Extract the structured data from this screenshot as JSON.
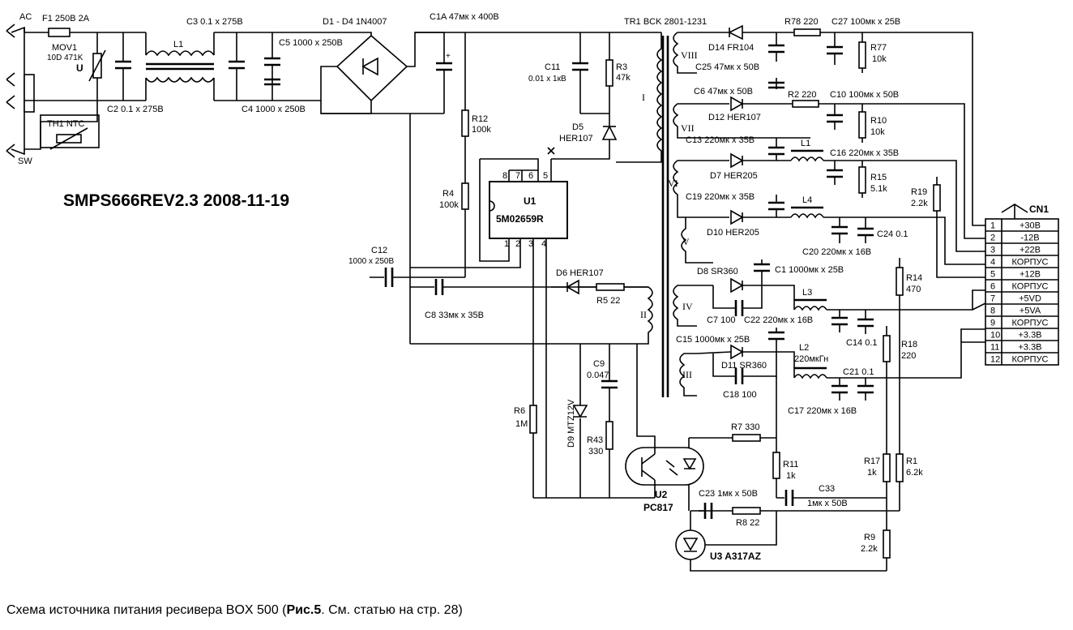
{
  "title": "SMPS666REV2.3 2008-11-19",
  "caption": {
    "prefix": "Схема источника питания ресивера BOX 500 (",
    "bold": "Рис.5",
    "suffix": ". См. статью на стр. 28)"
  },
  "input": {
    "ac": "AC",
    "sw": "SW"
  },
  "labels": {
    "f1": "F1 250В 2A",
    "mov1": "MOV1",
    "mov1_val": "10D 471K",
    "mov1_u": "U",
    "th1": "TH1 NTC",
    "c2": "C2 0.1 x 275В",
    "l1": "L1",
    "c3": "C3 0.1 x 275В",
    "c5": "C5 1000 x 250В",
    "c4": "C4 1000 x 250В",
    "d1d4": "D1 - D4 1N4007",
    "c1a": "C1A 47мк x 400В",
    "tr1": "TR1 BCK 2801-1231",
    "c11": "C11",
    "c11_val": "0.01 x 1кВ",
    "r3": "R3",
    "r3_val": "47k",
    "d5": "D5",
    "d5_val": "HER107",
    "r12": "R12",
    "r12_val": "100k",
    "r4": "R4",
    "r4_val": "100k",
    "u1": "U1",
    "u1_val": "5M02659R",
    "c12": "C12",
    "c12_val": "1000 x 250В",
    "c8": "C8 33мк x 35В",
    "d6": "D6 HER107",
    "r5": "R5 22",
    "c9": "C9",
    "c9_val": "0.047",
    "r6": "R6",
    "r6_val": "1M",
    "d9": "D9 MTZ12V",
    "r43": "R43",
    "r43_val": "330",
    "d14": "D14 FR104",
    "c25": "C25 47мк x 50В",
    "r78": "R78 220",
    "c27": "C27 100мк x 25В",
    "r77": "R77",
    "r77_val": "10k",
    "c6": "C6 47мк x 50В",
    "r2": "R2 220",
    "c10": "C10 100мк x 50В",
    "d12": "D12 HER107",
    "r10": "R10",
    "r10_val": "10k",
    "c13": "C13 220мк x 35В",
    "l1b": "L1",
    "c16": "C16 220мк x 35В",
    "d7": "D7 HER205",
    "r15": "R15",
    "r15_val": "5.1k",
    "r19": "R19",
    "r19_val": "2.2k",
    "c19": "C19 220мк x 35В",
    "l4": "L4",
    "d10": "D10 HER205",
    "c20": "C20 220мк x 16В",
    "c24": "C24 0.1",
    "d8": "D8 SR360",
    "c1": "C1 1000мк x 25В",
    "r14": "R14",
    "r14_val": "470",
    "c7": "C7 100",
    "c22": "C22 220мк x 16В",
    "l3": "L3",
    "c14": "C14 0.1",
    "c15": "C15 1000мк x 25В",
    "l2": "L2",
    "l2_val": "220мкГн",
    "d11": "D11 SR360",
    "r18": "R18",
    "r18_val": "220",
    "c21": "C21 0.1",
    "c18": "C18 100",
    "c17": "C17 220мк x 16В",
    "r7": "R7 330",
    "r11": "R11",
    "r11_val": "1k",
    "r17": "R17",
    "r17_val": "1k",
    "r1": "R1",
    "r1_val": "6.2k",
    "u2": "U2",
    "u2_val": "PC817",
    "c23": "C23 1мк x 50В",
    "c33": "C33",
    "c33_val": "1мк x 50В",
    "r8": "R8 22",
    "r9": "R9",
    "r9_val": "2.2k",
    "u3": "U3 A317AZ",
    "cn1": "CN1"
  },
  "windings": [
    "I",
    "II",
    "III",
    "IV",
    "V",
    "VI",
    "VII",
    "VIII"
  ],
  "u1_pins": [
    "8",
    "7",
    "6",
    "5",
    "1",
    "2",
    "3",
    "4"
  ],
  "connector": [
    {
      "pin": "1",
      "name": "+30В"
    },
    {
      "pin": "2",
      "name": "-12В"
    },
    {
      "pin": "3",
      "name": "+22В"
    },
    {
      "pin": "4",
      "name": "КОРПУС"
    },
    {
      "pin": "5",
      "name": "+12В"
    },
    {
      "pin": "6",
      "name": "КОРПУС"
    },
    {
      "pin": "7",
      "name": "+5VD"
    },
    {
      "pin": "8",
      "name": "+5VA"
    },
    {
      "pin": "9",
      "name": "КОРПУС"
    },
    {
      "pin": "10",
      "name": "+3.3В"
    },
    {
      "pin": "11",
      "name": "+3.3В"
    },
    {
      "pin": "12",
      "name": "КОРПУС"
    }
  ]
}
